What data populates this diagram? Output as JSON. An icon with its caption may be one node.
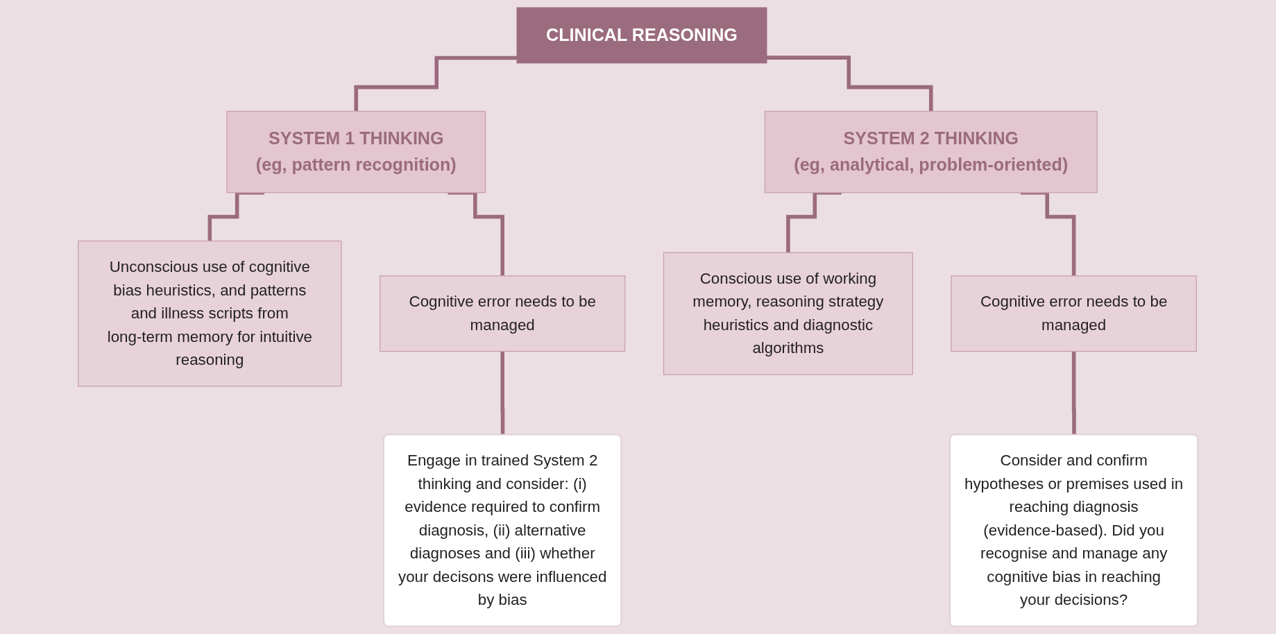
{
  "diagram": {
    "nodes": [
      {
        "text": [
          "CLINICAL REASONING"
        ]
      },
      {
        "text": [
          "SYSTEM 1 THINKING",
          "(eg, pattern recognition)"
        ]
      },
      {
        "text": [
          "SYSTEM 2 THINKING",
          "(eg, analytical, problem-oriented)"
        ]
      },
      {
        "text": [
          "Unconscious use of cognitive bias heuristics, and patterns and illness scripts from long-term memory for intuitive reasoning"
        ]
      },
      {
        "text": [
          "Cognitive error needs to be managed"
        ]
      },
      {
        "text": [
          "Conscious use of working memory, reasoning strategy heuristics and diagnostic algorithms"
        ]
      },
      {
        "text": [
          "Cognitive error needs to be managed"
        ]
      },
      {
        "text": [
          "Engage in trained System 2 thinking and consider: (i) evidence required to confirm diagnosis, (ii) alternative diagnoses and (iii) whether your decisons were influenced by bias"
        ]
      },
      {
        "text": [
          "Consider and confirm hypotheses or premises used in reaching diagnosis (evidence-based). Did you recognise and manage any cognitive bias in reaching your decisions?"
        ]
      }
    ],
    "edges": [
      {
        "from": 0,
        "to": 1,
        "arrow": "none"
      },
      {
        "from": 0,
        "to": 2,
        "arrow": "none"
      },
      {
        "from": 1,
        "to": 3,
        "arrow": "none"
      },
      {
        "from": 1,
        "to": 4,
        "arrow": "none"
      },
      {
        "from": 2,
        "to": 5,
        "arrow": "none"
      },
      {
        "from": 2,
        "to": 6,
        "arrow": "none"
      },
      {
        "from": 4,
        "to": 7,
        "arrow": "none"
      },
      {
        "from": 6,
        "to": 8,
        "arrow": "none"
      }
    ]
  }
}
